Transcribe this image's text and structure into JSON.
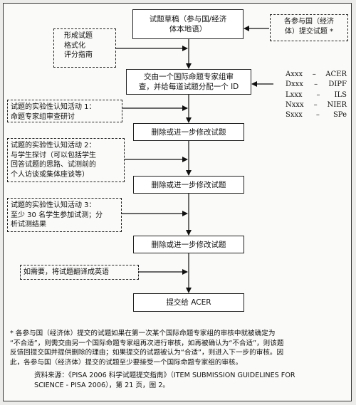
{
  "main_flow": {
    "step_1": {
      "line1": "试题草稿（参与国/经济",
      "line2": "体本地语）"
    },
    "step_2": {
      "line1": "交由一个国际命题专家组审",
      "line2": "查，并给每道试题分配一个 ID"
    },
    "step_3": "删除或进一步修改试题",
    "step_4": "删除或进一步修改试题",
    "step_5": "删除或进一步修改试题",
    "step_6": "提交给 ACER"
  },
  "side_inputs": {
    "submit_note": {
      "line1": "各参与国（经济",
      "line2": "体）提交试题 *"
    },
    "guide": {
      "line1": "形成试题",
      "line2": "格式化",
      "line3": "评分指南"
    },
    "lab_1": {
      "line1": "试题的实验性认知活动 1：",
      "line2": "命题专家组审查研讨"
    },
    "lab_2": {
      "line1": "试题的实验性认知活动 2：",
      "line2": "与学生探讨（可以包括学生",
      "line3": "回答试题的思路、试测前的",
      "line4": "个人访谈或集体座谈等）"
    },
    "lab_3": {
      "line1": "试题的实验性认知活动 3：",
      "line2": "至少 30 名学生参加试测；分",
      "line3": "析试测结果"
    },
    "translate": "如需要，将试题翻译成英语"
  },
  "id_codes": [
    {
      "code": "Axxx",
      "org": "ACER"
    },
    {
      "code": "Dxxx",
      "org": "DIPF"
    },
    {
      "code": "Lxxx",
      "org": "ILS"
    },
    {
      "code": "Nxxx",
      "org": "NIER"
    },
    {
      "code": "Sxxx",
      "org": "SPe"
    }
  ],
  "footnote": {
    "line1": "* 各参与国（经济体）提交的试题如果在第一次某个国际命题专家组的审核中就被确定为",
    "line2": "“不合适”，则需交由另一个国际命题专家组再次进行审核，如再被确认为“不合适”，则该题",
    "line3": "反馈回提交国并提供删除的理由；如果提交的试题被认为“合适”，则进入下一步的审核。因",
    "line4": "此，各参与国（经济体）提交的试题至少要接受一个国际命题专家组的审核。"
  },
  "source": {
    "line1": "资料来源：《PISA 2006 科学试题提交指南》（ITEM SUBMISSION GUIDELINES FOR",
    "line2": "SCIENCE - PISA 2006），第 21 页，图 2。"
  }
}
